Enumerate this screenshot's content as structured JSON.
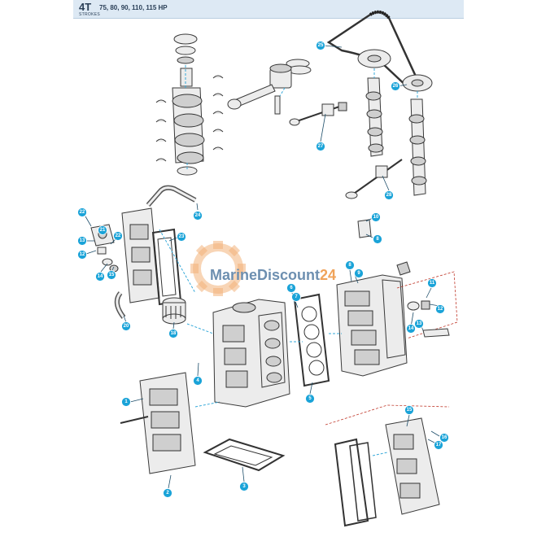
{
  "header": {
    "brand_main": "4T",
    "brand_sub": "STROKES",
    "models": "75, 80, 90, 110, 115 HP"
  },
  "watermark": {
    "text_main": "MarineDiscount",
    "text_suffix": "24",
    "main_color": "#6d8fb0",
    "suffix_color": "#f0a35a",
    "gear_color": "#f3b27a"
  },
  "callout_color": "#1aa3d8",
  "callouts": [
    {
      "id": "c1",
      "label": "1"
    },
    {
      "id": "c2",
      "label": "2"
    },
    {
      "id": "c3",
      "label": "3"
    },
    {
      "id": "c4",
      "label": "4"
    },
    {
      "id": "c5",
      "label": "5"
    },
    {
      "id": "c6",
      "label": "6"
    },
    {
      "id": "c7",
      "label": "7"
    },
    {
      "id": "c8a",
      "label": "8"
    },
    {
      "id": "c8b",
      "label": "8"
    },
    {
      "id": "c9",
      "label": "9"
    },
    {
      "id": "c10",
      "label": "10"
    },
    {
      "id": "c11",
      "label": "11"
    },
    {
      "id": "c12a",
      "label": "12"
    },
    {
      "id": "c12b",
      "label": "12"
    },
    {
      "id": "c13a",
      "label": "13"
    },
    {
      "id": "c13b",
      "label": "13"
    },
    {
      "id": "c14a",
      "label": "14"
    },
    {
      "id": "c14b",
      "label": "14"
    },
    {
      "id": "c15a",
      "label": "15"
    },
    {
      "id": "c15b",
      "label": "15"
    },
    {
      "id": "c16",
      "label": "16"
    },
    {
      "id": "c17",
      "label": "17"
    },
    {
      "id": "c18",
      "label": "18"
    },
    {
      "id": "c20",
      "label": "20"
    },
    {
      "id": "c21",
      "label": "21"
    },
    {
      "id": "c22a",
      "label": "22"
    },
    {
      "id": "c22b",
      "label": "22"
    },
    {
      "id": "c23",
      "label": "23"
    },
    {
      "id": "c24",
      "label": "24"
    },
    {
      "id": "c25",
      "label": "25"
    },
    {
      "id": "c26",
      "label": "26"
    },
    {
      "id": "c27",
      "label": "27"
    },
    {
      "id": "c28",
      "label": "28"
    }
  ]
}
